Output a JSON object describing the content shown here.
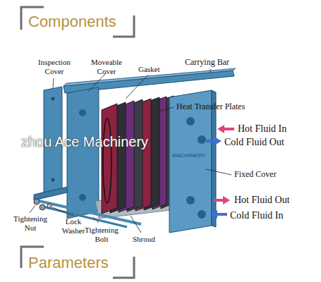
{
  "diagram": {
    "labels": [
      "Components",
      "Inspection Cover",
      "Moveable Cover",
      "Gasket",
      "Carrying Bar",
      "Heat Transfer Plates",
      "Hot Fluid In",
      "Cold Fluid Out",
      "Fixed Cover",
      "Hot Fluid Out",
      "Cold Fluid In",
      "Tightening Nut",
      "Lock Washer",
      "Tightening Bolt",
      "Shroud",
      "zhou Ace Machinery",
      "MACHINERY",
      "Parameters"
    ]
  }
}
